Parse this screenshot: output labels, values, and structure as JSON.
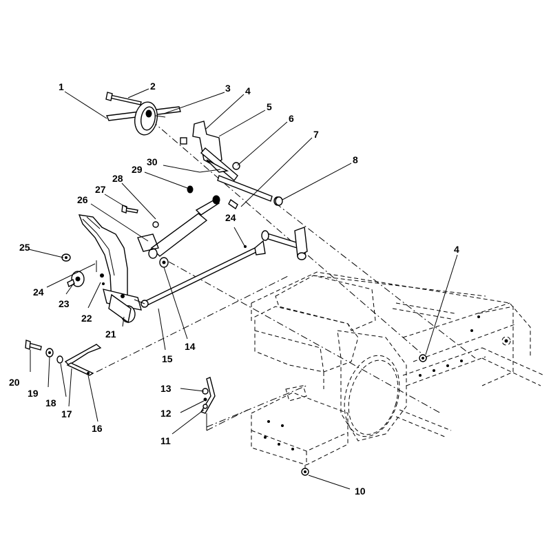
{
  "callouts": [
    {
      "id": "c1",
      "label": "1"
    },
    {
      "id": "c2",
      "label": "2"
    },
    {
      "id": "c3",
      "label": "3"
    },
    {
      "id": "c4a",
      "label": "4"
    },
    {
      "id": "c5",
      "label": "5"
    },
    {
      "id": "c6",
      "label": "6"
    },
    {
      "id": "c7",
      "label": "7"
    },
    {
      "id": "c8",
      "label": "8"
    },
    {
      "id": "c30",
      "label": "30"
    },
    {
      "id": "c29",
      "label": "29"
    },
    {
      "id": "c28",
      "label": "28"
    },
    {
      "id": "c27",
      "label": "27"
    },
    {
      "id": "c26",
      "label": "26"
    },
    {
      "id": "c24a",
      "label": "24"
    },
    {
      "id": "c25",
      "label": "25"
    },
    {
      "id": "c24b",
      "label": "24"
    },
    {
      "id": "c23",
      "label": "23"
    },
    {
      "id": "c22",
      "label": "22"
    },
    {
      "id": "c21",
      "label": "21"
    },
    {
      "id": "c15",
      "label": "15"
    },
    {
      "id": "c14",
      "label": "14"
    },
    {
      "id": "c4b",
      "label": "4"
    },
    {
      "id": "c20",
      "label": "20"
    },
    {
      "id": "c19",
      "label": "19"
    },
    {
      "id": "c18",
      "label": "18"
    },
    {
      "id": "c17",
      "label": "17"
    },
    {
      "id": "c16",
      "label": "16"
    },
    {
      "id": "c13",
      "label": "13"
    },
    {
      "id": "c12",
      "label": "12"
    },
    {
      "id": "c11",
      "label": "11"
    },
    {
      "id": "c10",
      "label": "10"
    }
  ]
}
